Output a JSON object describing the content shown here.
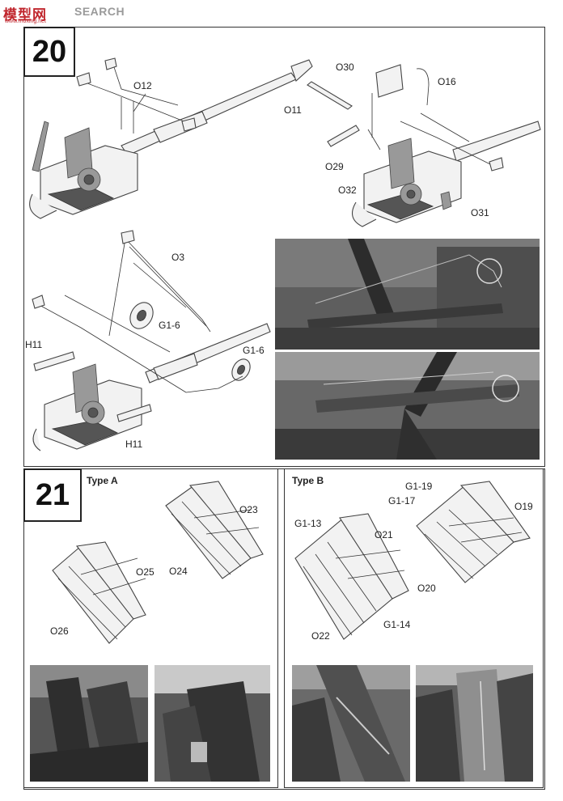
{
  "watermark": {
    "logo": "模型网",
    "search": "SEARCH",
    "url": "www.moxing.net"
  },
  "step20": {
    "number": "20",
    "labels": {
      "o12": "O12",
      "o30": "O30",
      "o16": "O16",
      "o11": "O11",
      "o29": "O29",
      "o32": "O32",
      "o31": "O31",
      "o3": "O3",
      "g16a": "G1-6",
      "g16b": "G1-6",
      "h11a": "H11",
      "h11b": "H11"
    }
  },
  "step21": {
    "number": "21",
    "typeA": {
      "title": "Type A",
      "labels": {
        "o23": "O23",
        "o24": "O24",
        "o25": "O25",
        "o26": "O26"
      }
    },
    "typeB": {
      "title": "Type B",
      "labels": {
        "g119": "G1-19",
        "g117": "G1-17",
        "o19": "O19",
        "g113": "G1-13",
        "o21": "O21",
        "o20": "O20",
        "g114": "G1-14",
        "o22": "O22"
      }
    }
  }
}
